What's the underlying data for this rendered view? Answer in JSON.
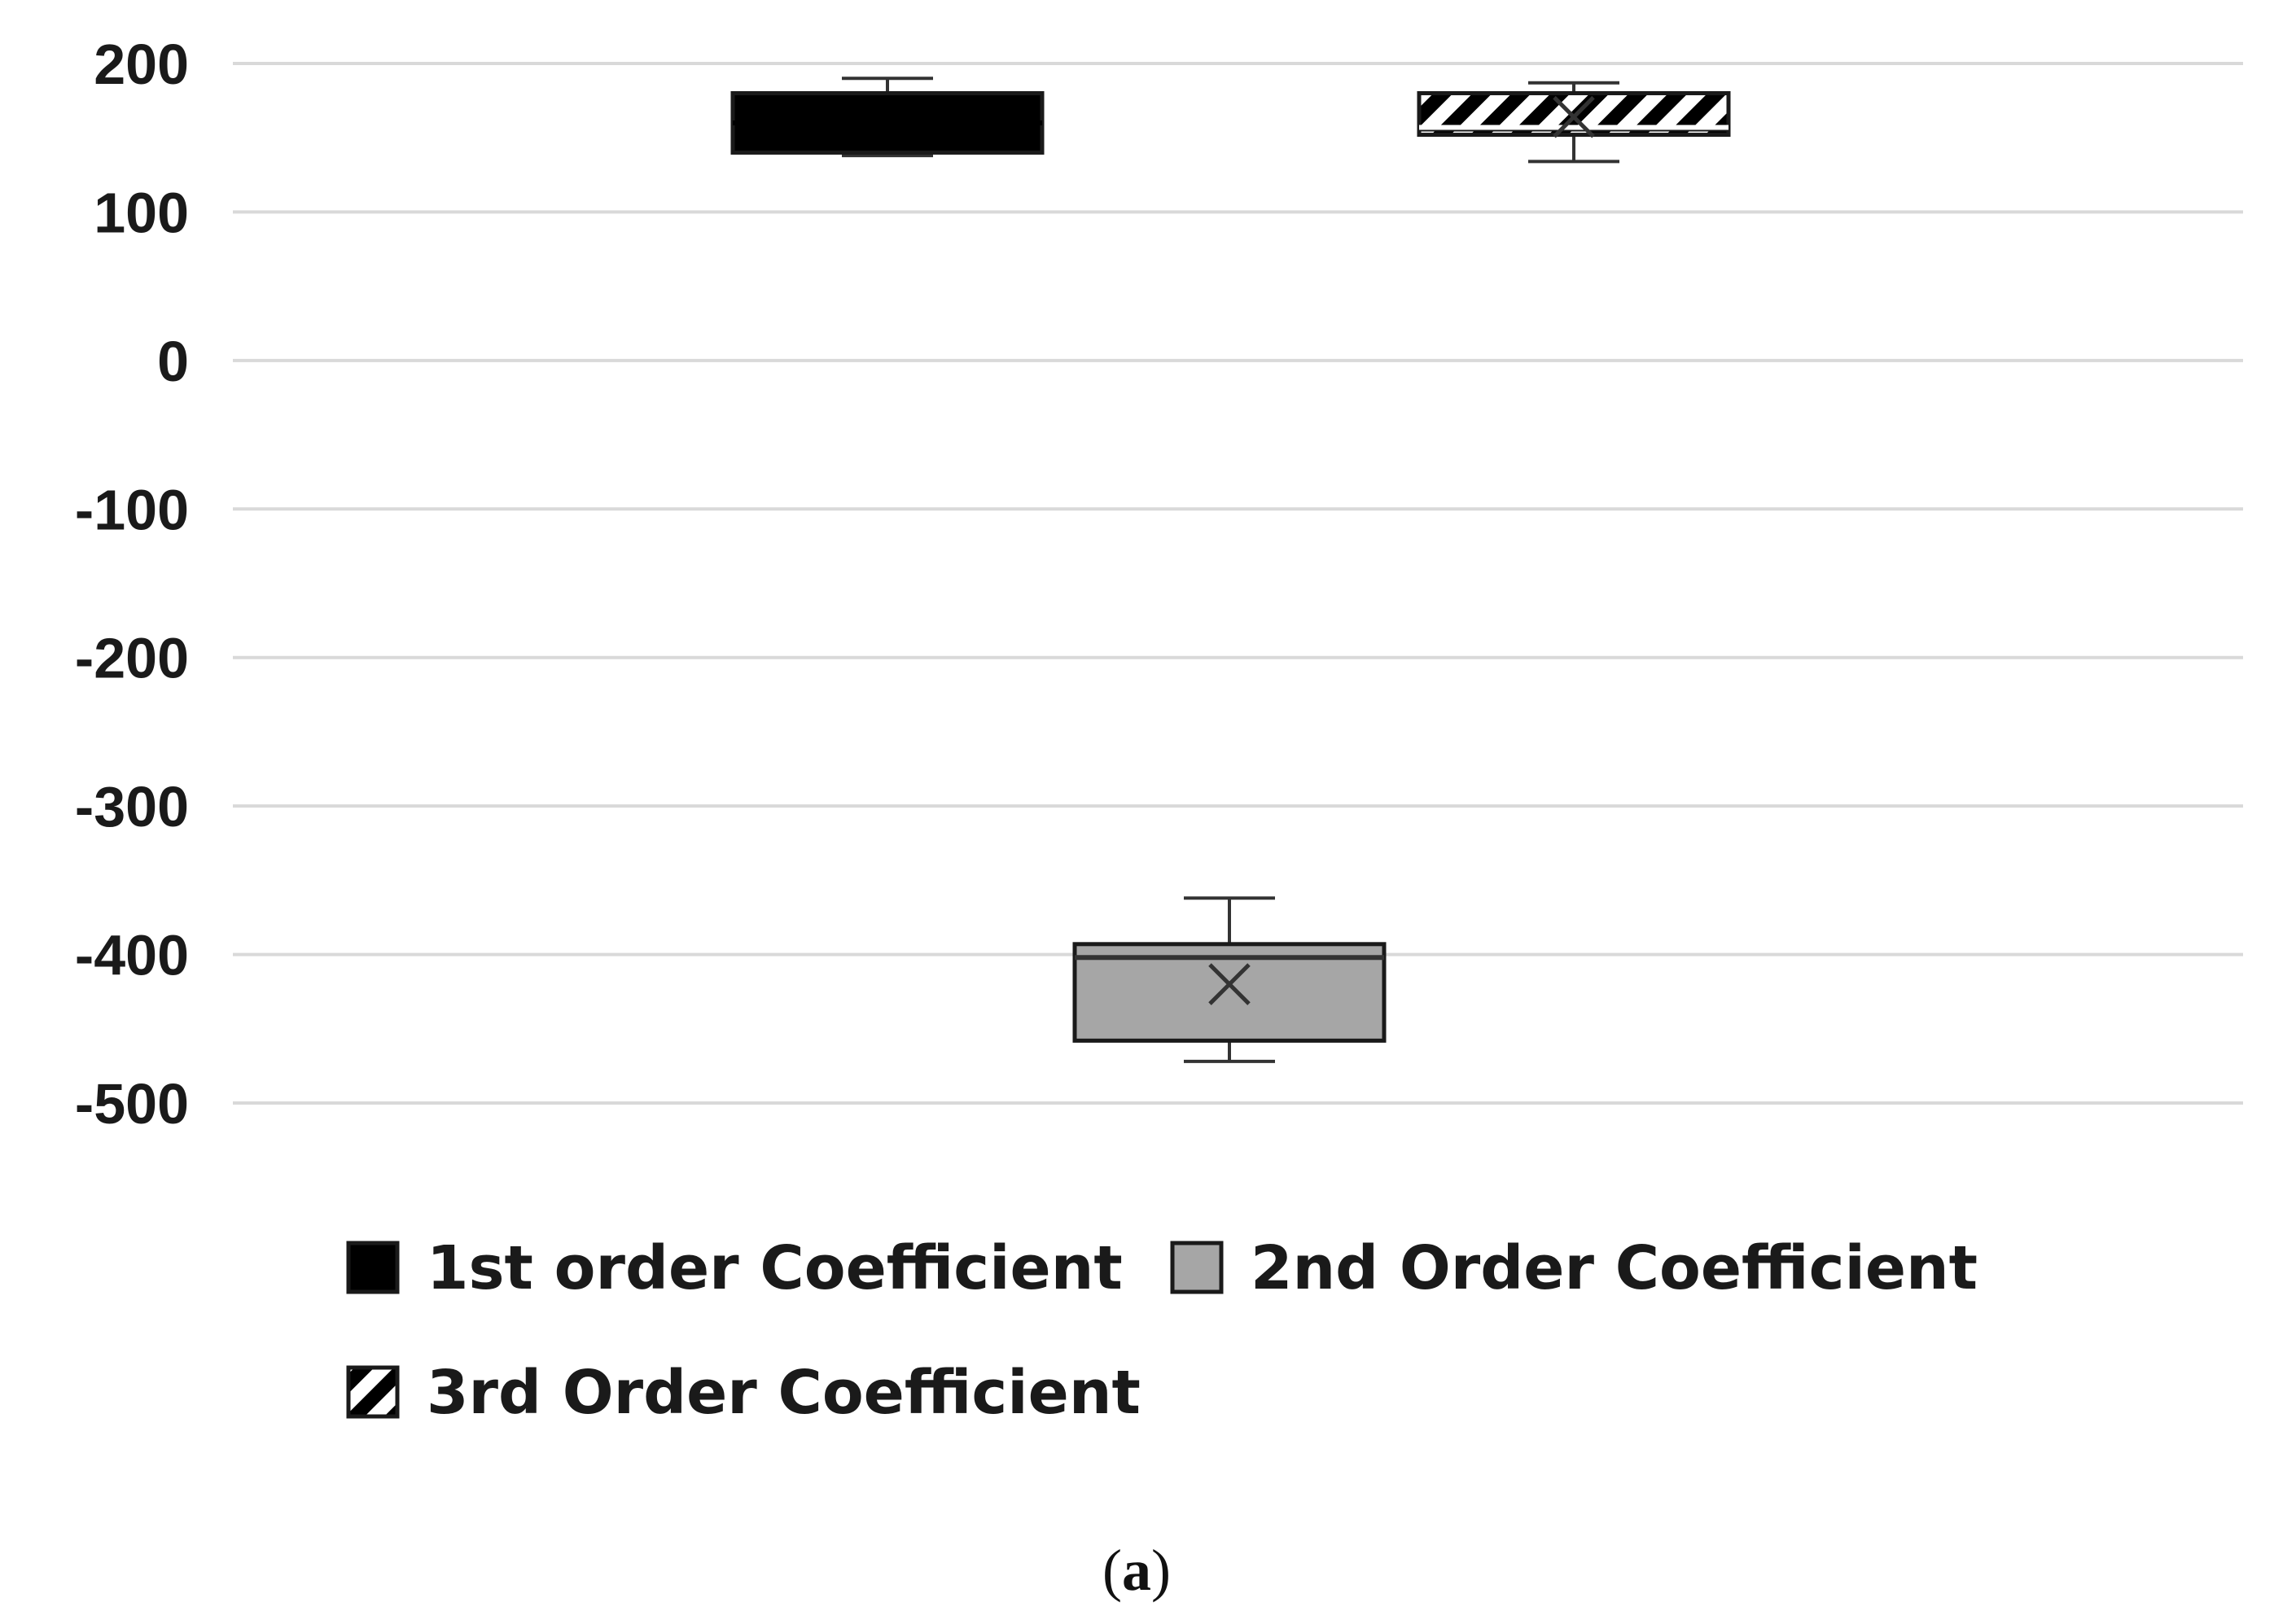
{
  "chart_data": {
    "type": "boxplot",
    "ylim": [
      -500,
      200
    ],
    "yticks": [
      200,
      100,
      0,
      -100,
      -200,
      -300,
      -400,
      -500
    ],
    "grid": true,
    "legend_position": "bottom",
    "series": [
      {
        "name": "1st order Coefficient",
        "fill": "solid",
        "color": "#000000",
        "whisker_low": 138,
        "q1": 140,
        "median": 160,
        "q3": 180,
        "whisker_high": 190,
        "mean": 160
      },
      {
        "name": "2nd Order Coefficient",
        "fill": "solid",
        "color": "#a6a6a6",
        "whisker_low": -472,
        "q1": -458,
        "median": -402,
        "q3": -393,
        "whisker_high": -362,
        "mean": -420
      },
      {
        "name": "3rd Order Coefficient",
        "fill": "diagonal-hatch",
        "color": "#000000",
        "whisker_low": 134,
        "q1": 152,
        "median": 157,
        "q3": 180,
        "whisker_high": 187,
        "mean": 164
      }
    ]
  },
  "caption": {
    "open": "(",
    "letter": "a",
    "close": ")"
  }
}
